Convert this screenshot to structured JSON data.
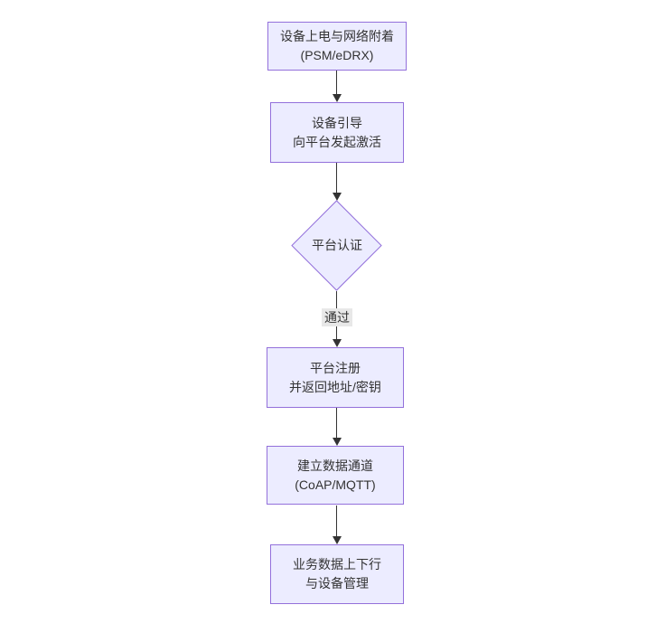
{
  "diagram": {
    "type": "flowchart",
    "direction": "top-down",
    "colors": {
      "node_fill": "#ECECFF",
      "node_border": "#9370DB",
      "arrow": "#333333",
      "text": "#333333",
      "edge_label_bg": "#e8e8e8"
    },
    "nodes": [
      {
        "id": "power-attach",
        "shape": "rectangle",
        "lines": [
          "设备上电与网络附着",
          "(PSM/eDRX)"
        ]
      },
      {
        "id": "bootstrap",
        "shape": "rectangle",
        "lines": [
          "设备引导",
          "向平台发起激活"
        ]
      },
      {
        "id": "auth",
        "shape": "diamond",
        "lines": [
          "平台认证"
        ]
      },
      {
        "id": "register",
        "shape": "rectangle",
        "lines": [
          "平台注册",
          "并返回地址/密钥"
        ]
      },
      {
        "id": "data-channel",
        "shape": "rectangle",
        "lines": [
          "建立数据通道",
          "(CoAP/MQTT)"
        ]
      },
      {
        "id": "business-data",
        "shape": "rectangle",
        "lines": [
          "业务数据上下行",
          "与设备管理"
        ]
      }
    ],
    "edges": [
      {
        "from": "power-attach",
        "to": "bootstrap",
        "label": ""
      },
      {
        "from": "bootstrap",
        "to": "auth",
        "label": ""
      },
      {
        "from": "auth",
        "to": "register",
        "label": "通过"
      },
      {
        "from": "register",
        "to": "data-channel",
        "label": ""
      },
      {
        "from": "data-channel",
        "to": "business-data",
        "label": ""
      }
    ]
  }
}
